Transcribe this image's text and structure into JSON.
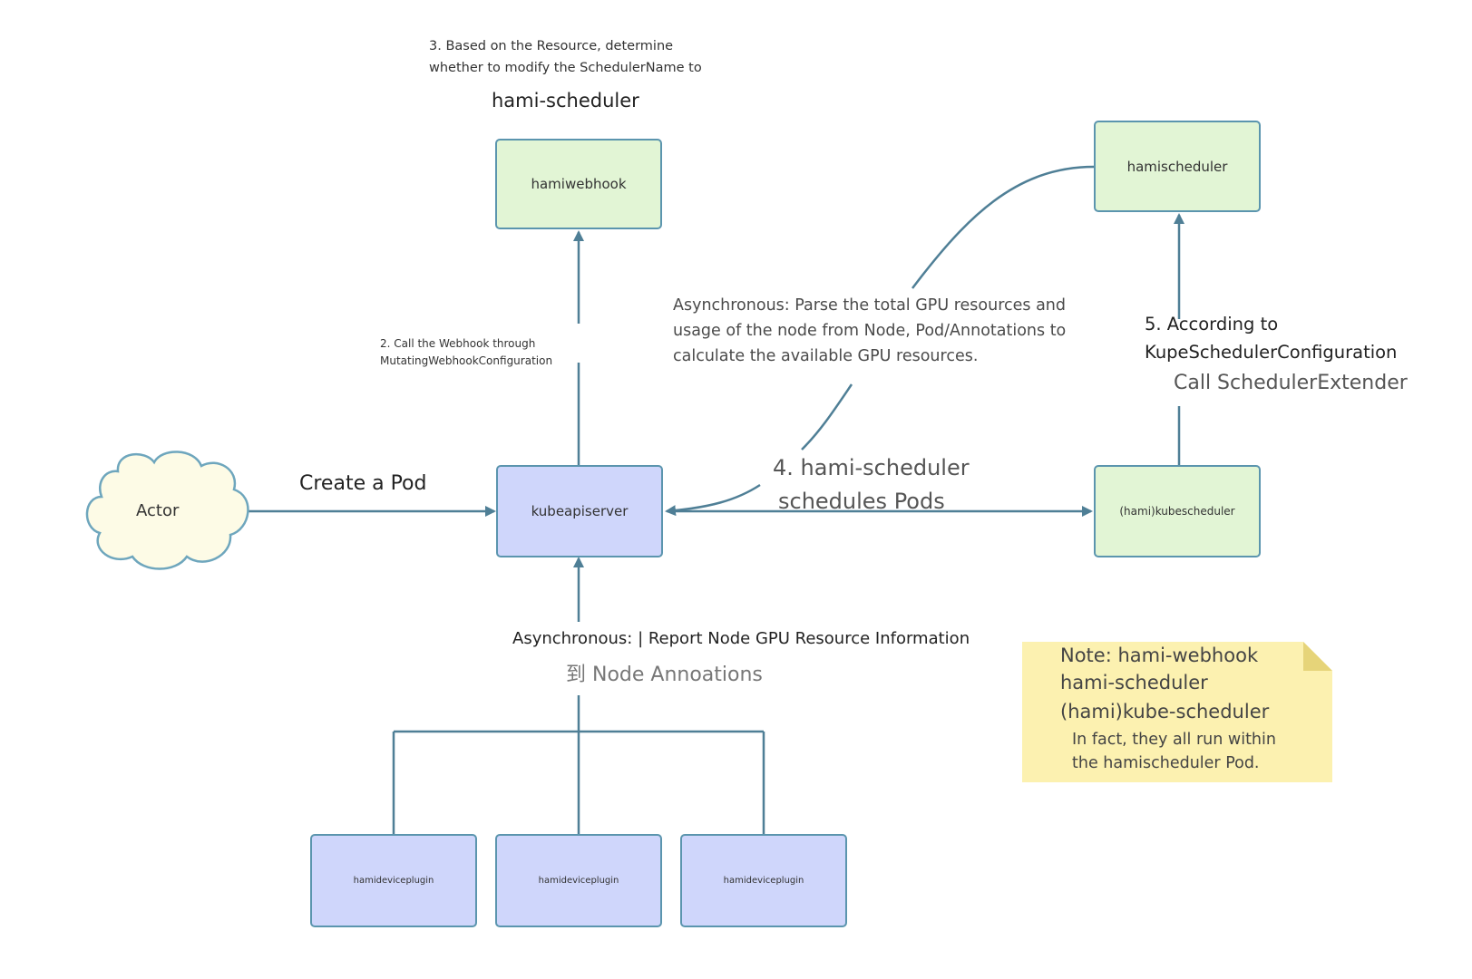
{
  "nodes": {
    "actor": "Actor",
    "hamiwebhook": "hamiwebhook",
    "kubeapiserver": "kubeapiserver",
    "hamischeduler": "hamischeduler",
    "kubescheduler": "(hami)kubescheduler",
    "plugin_1": "hamideviceplugin",
    "plugin_2": "hamideviceplugin",
    "plugin_3": "hamideviceplugin"
  },
  "labels": {
    "step3_line1": "3. Based on the Resource, determine",
    "step3_line2": "whether to modify the SchedulerName to",
    "step3_name": "hami-scheduler",
    "step2_line1": "2. Call the Webhook through",
    "step2_line2": "MutatingWebhookConfiguration",
    "create_pod": "Create a Pod",
    "async_parse_line1": "Asynchronous: Parse the total GPU resources and",
    "async_parse_line2": "usage of the node from Node, Pod/Annotations to",
    "async_parse_line3": "calculate the available GPU resources.",
    "step4_line1": "4. hami-scheduler",
    "step4_line2": "schedules Pods",
    "step5_line1": "5. According to",
    "step5_line2": "KupeSchedulerConfiguration",
    "step5_line3": "Call SchedulerExtender",
    "async_report_line1": "Asynchronous: | Report Node GPU Resource Information",
    "async_report_line2": "到 Node Annoations"
  },
  "note": {
    "line1": "Note: hami-webhook",
    "line2": "hami-scheduler",
    "line3": "(hami)kube-scheduler",
    "line4": "In fact, they all run within",
    "line5": "the hamischeduler Pod."
  },
  "colors": {
    "edge": "#4f7f96",
    "node_border": "#5b95ae",
    "green_fill": "#e2f5d5",
    "blue_fill": "#cfd6fb",
    "cloud_fill": "#fdfbe6",
    "note_fill": "#fcf1b0"
  }
}
